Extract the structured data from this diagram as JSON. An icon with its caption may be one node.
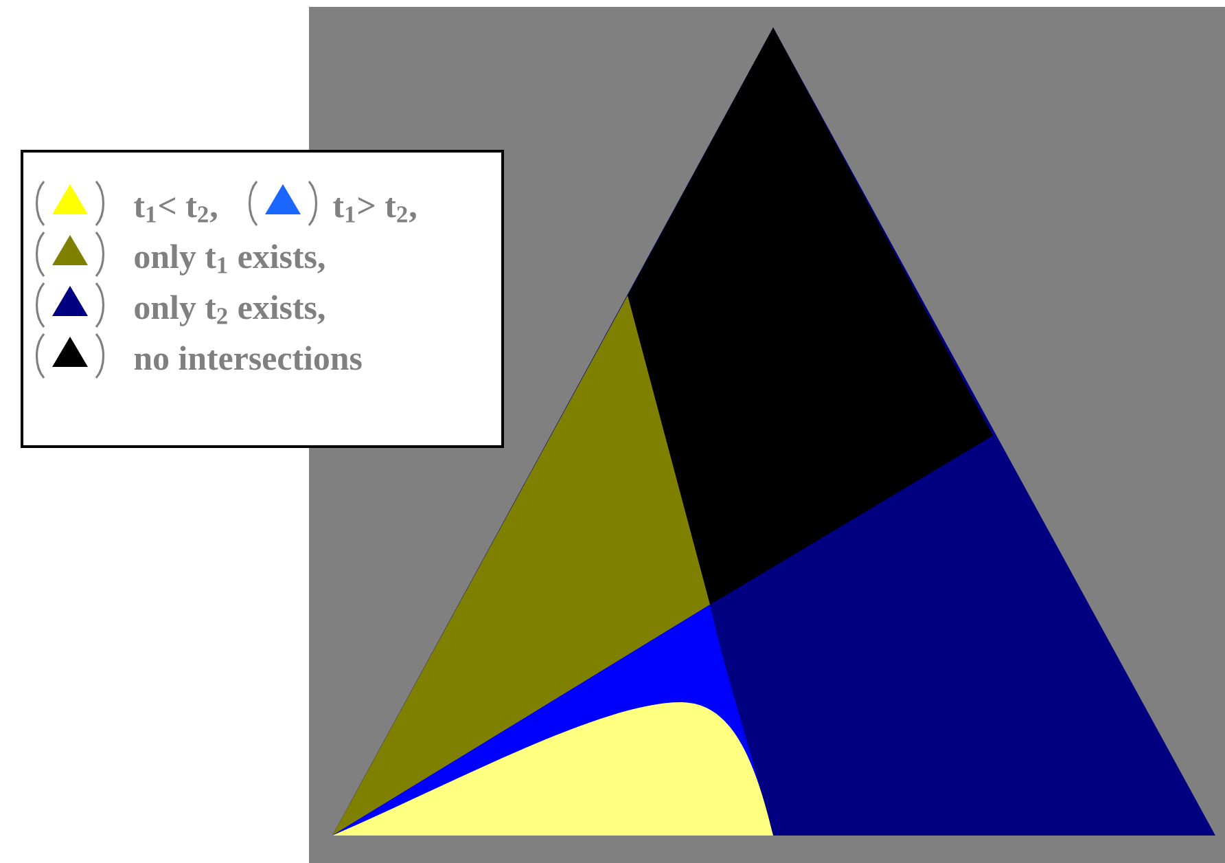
{
  "diagram": {
    "legend": [
      {
        "text": "t$_{1}$< t$_{2}$,",
        "color": "#ffff00"
      },
      {
        "text": "t$_{1}$> t$_{2}$,",
        "color": "#1a66ff"
      },
      {
        "text": "only t$_{1}$ exists,",
        "color": "#808000"
      },
      {
        "text": "only t$_{2}$ exists,",
        "color": "#000080"
      },
      {
        "text": "no intersections",
        "color": "#000000"
      }
    ]
  }
}
